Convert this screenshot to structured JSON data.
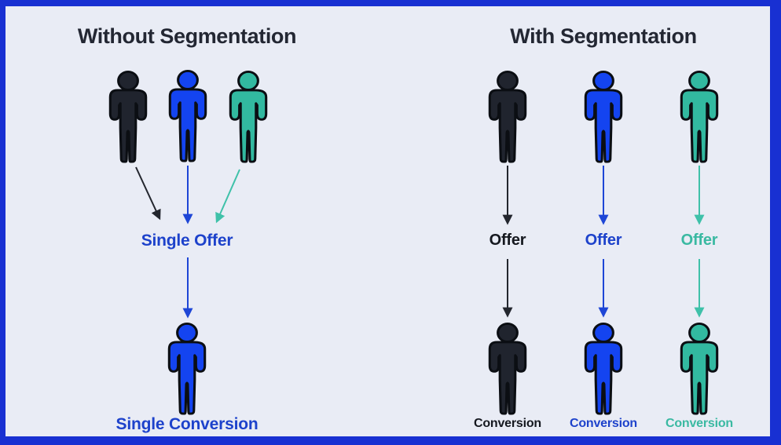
{
  "colors": {
    "bg": "#e9ecf5",
    "frame": "#1830d2",
    "outline": "#0b0e13",
    "person_dark": "#20242e",
    "person_blue": "#1444f0",
    "person_teal": "#32b9a0",
    "title_text": "#232733",
    "label_dark": "#15181f",
    "label_blue": "#1d42cb",
    "label_teal": "#3ab9a2",
    "arrow_dark": "#23262e",
    "arrow_blue": "#1e46d6",
    "arrow_teal": "#3fc1a9"
  },
  "left": {
    "title": "Without Segmentation",
    "persons": [
      "dark",
      "blue",
      "teal"
    ],
    "offer_label": "Single Offer",
    "conversion_label": "Single Conversion"
  },
  "right": {
    "title": "With Segmentation",
    "segments": [
      {
        "color": "dark",
        "offer_label": "Offer",
        "conversion_label": "Conversion"
      },
      {
        "color": "blue",
        "offer_label": "Offer",
        "conversion_label": "Conversion"
      },
      {
        "color": "teal",
        "offer_label": "Offer",
        "conversion_label": "Conversion"
      }
    ]
  }
}
